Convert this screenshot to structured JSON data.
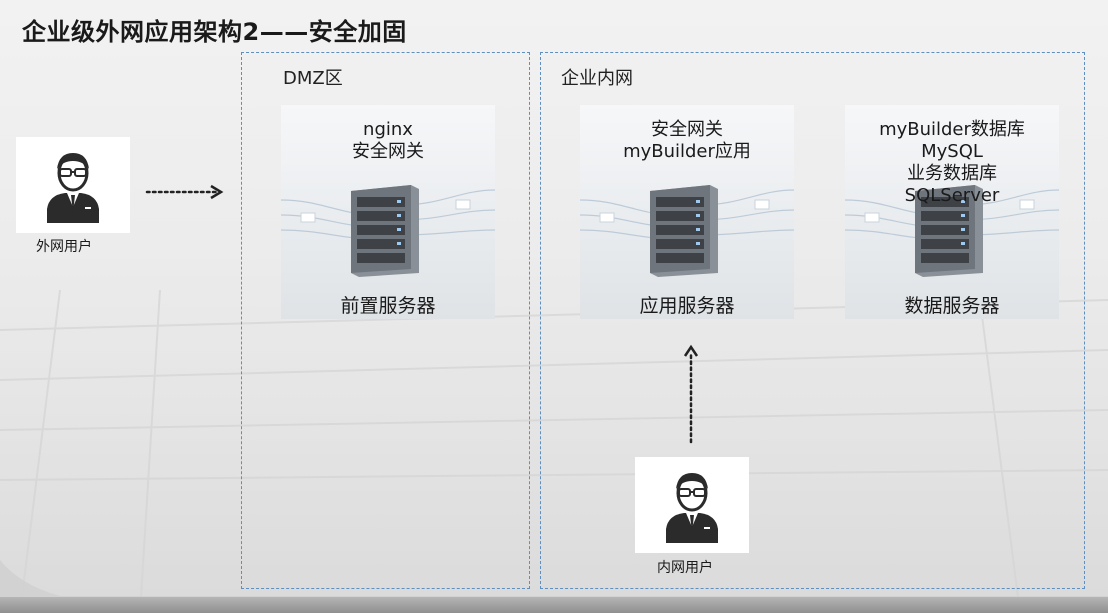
{
  "title": "企业级外网应用架构2——安全加固",
  "zones": {
    "dmz": {
      "label": "DMZ区"
    },
    "intranet": {
      "label": "企业内网"
    }
  },
  "servers": {
    "front": {
      "lines": [
        "nginx",
        "安全网关"
      ],
      "caption": "前置服务器"
    },
    "app": {
      "lines": [
        "安全网关",
        "myBuilder应用"
      ],
      "caption": "应用服务器"
    },
    "data": {
      "lines": [
        "myBuilder数据库",
        "MySQL",
        "业务数据库",
        "SQLServer"
      ],
      "caption": "数据服务器"
    }
  },
  "users": {
    "external": {
      "label": "外网用户",
      "icon": "businessman-icon"
    },
    "internal": {
      "label": "内网用户",
      "icon": "businessman-icon"
    }
  },
  "colors": {
    "zone_border": "#5f8fbf",
    "arrow": "#222222"
  }
}
